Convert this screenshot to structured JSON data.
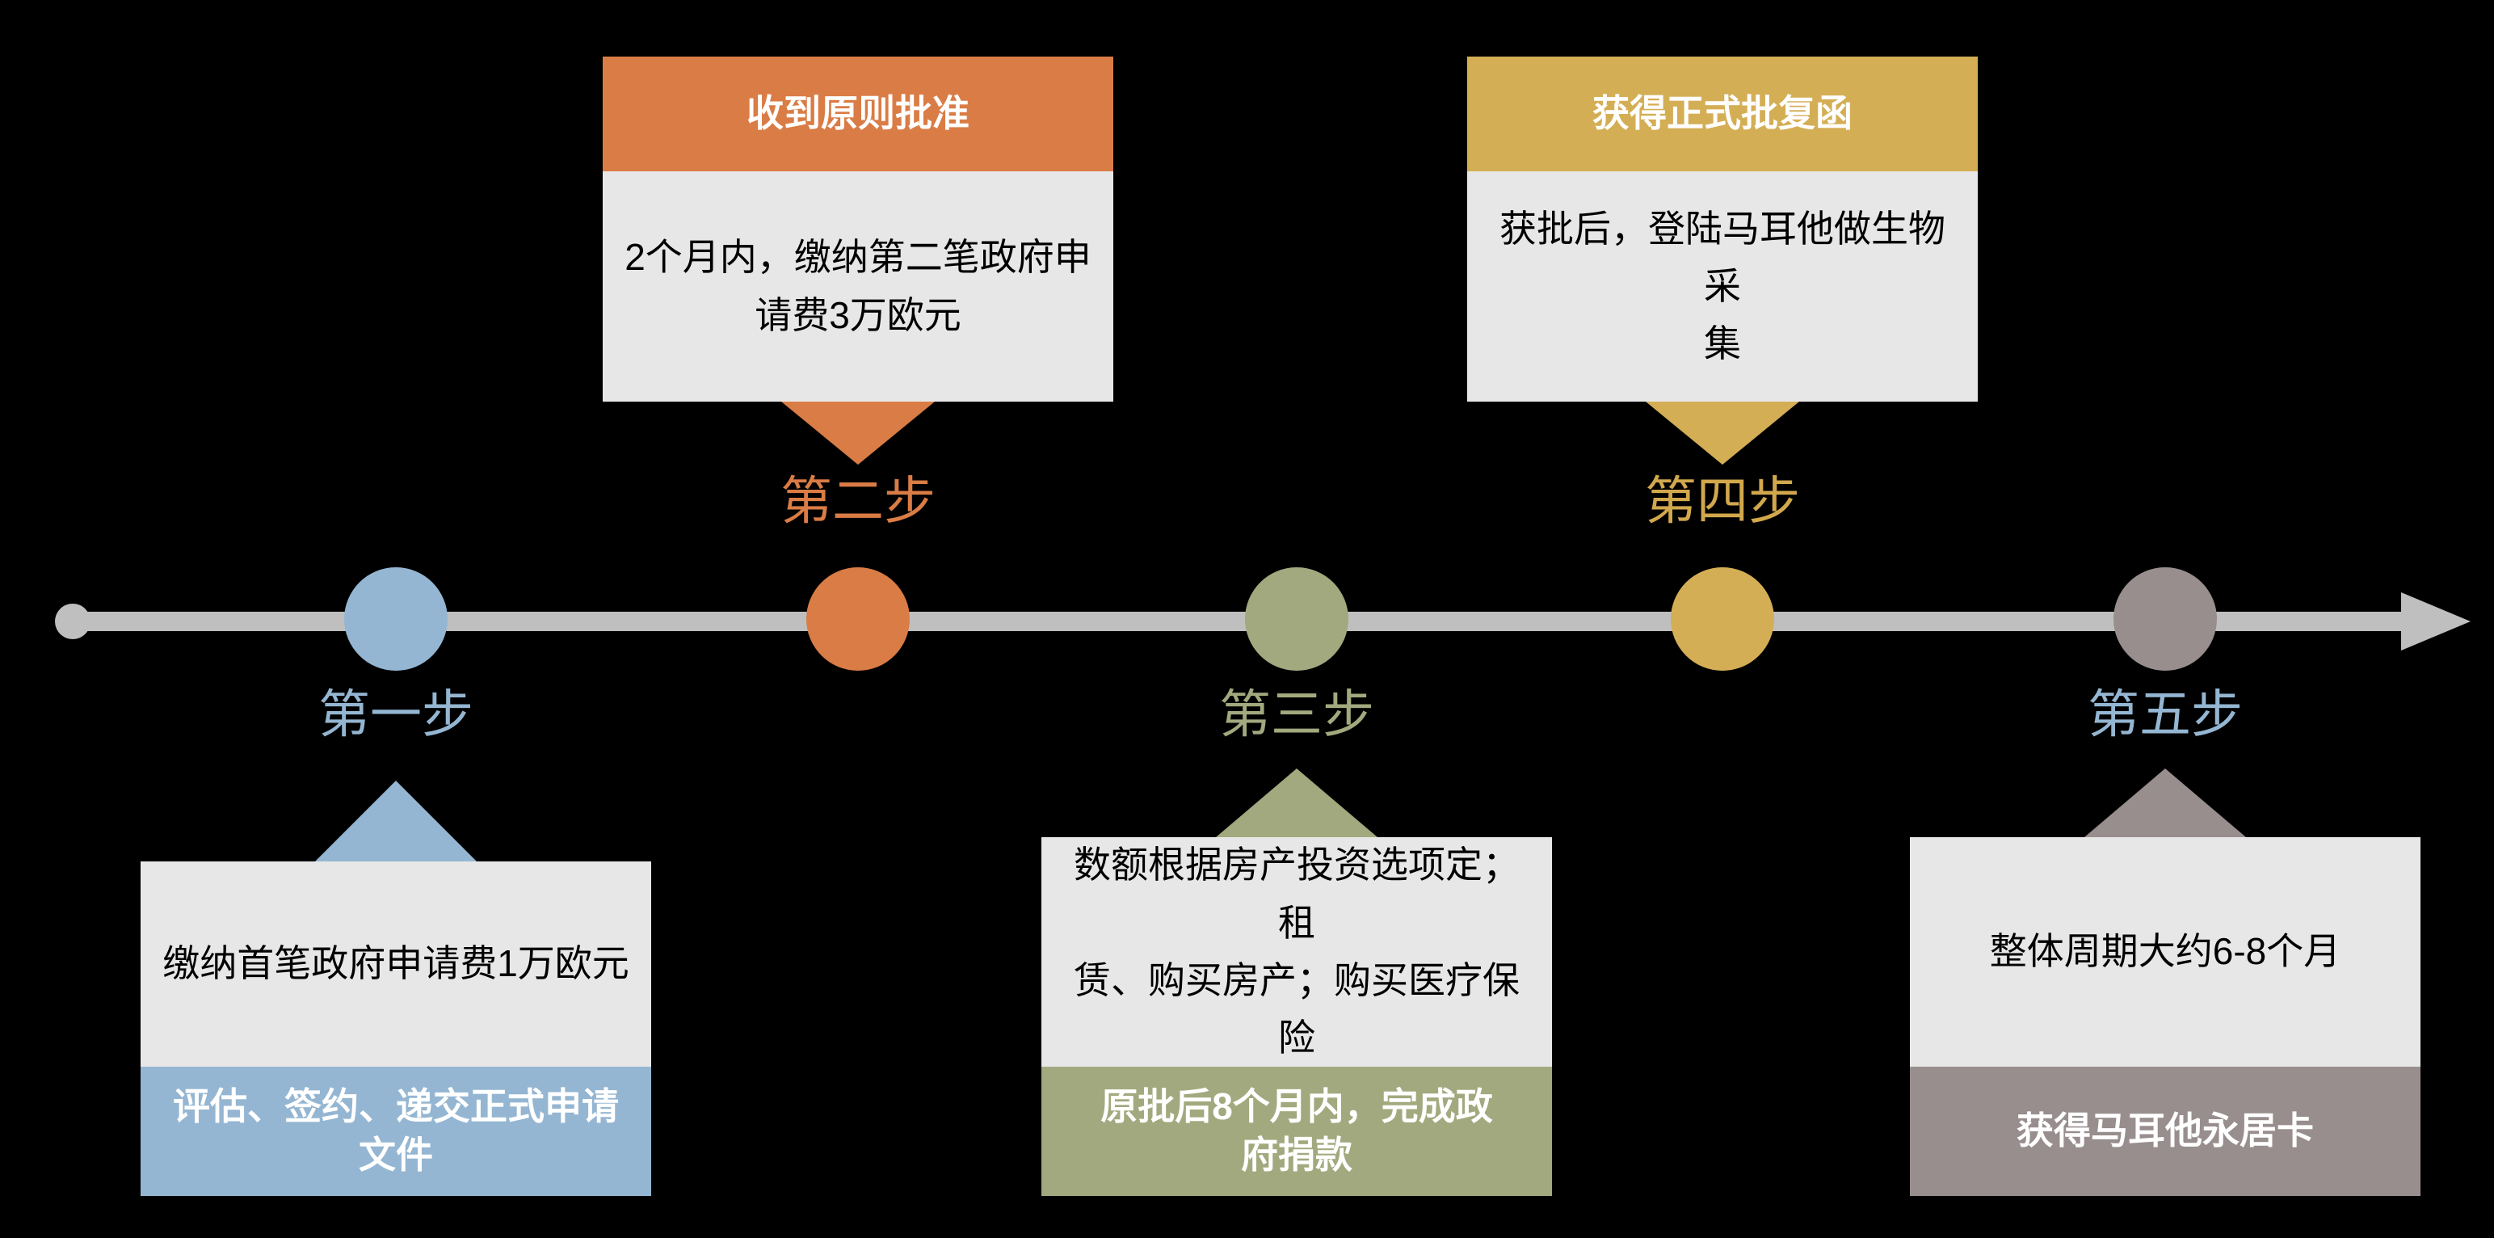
{
  "background_color": "#000000",
  "panel_color": "#E8E7E7",
  "timeline": {
    "line_color": "#BFBFBF",
    "direction": "left-to-right"
  },
  "steps": [
    {
      "label": "第一步",
      "label_color": "#94B6D2",
      "accent_color": "#94B6D2",
      "position": "below",
      "detail": "缴纳首笔政府申请费1万欧元",
      "banner": "评估、签约、递交正式申请\n文件"
    },
    {
      "label": "第二步",
      "label_color": "#DA7C45",
      "accent_color": "#DA7C45",
      "position": "above",
      "banner": "收到原则批准",
      "detail": "2个月内，缴纳第二笔政府申\n请费3万欧元"
    },
    {
      "label": "第三步",
      "label_color": "#A2A97E",
      "accent_color": "#A2A97E",
      "position": "below",
      "detail": "数额根据房产投资选项定；租\n赁、购买房产；购买医疗保险",
      "banner": "原批后8个月内，完成政\n府捐款"
    },
    {
      "label": "第四步",
      "label_color": "#D2A84D",
      "accent_color": "#D4AE55",
      "position": "above",
      "banner": "获得正式批复函",
      "detail": "获批后，登陆马耳他做生物采\n集"
    },
    {
      "label": "第五步",
      "label_color": "#94B6D2",
      "accent_color": "#988E8E",
      "position": "below",
      "detail": "整体周期大约6-8个月",
      "banner": "获得马耳他永居卡"
    }
  ]
}
